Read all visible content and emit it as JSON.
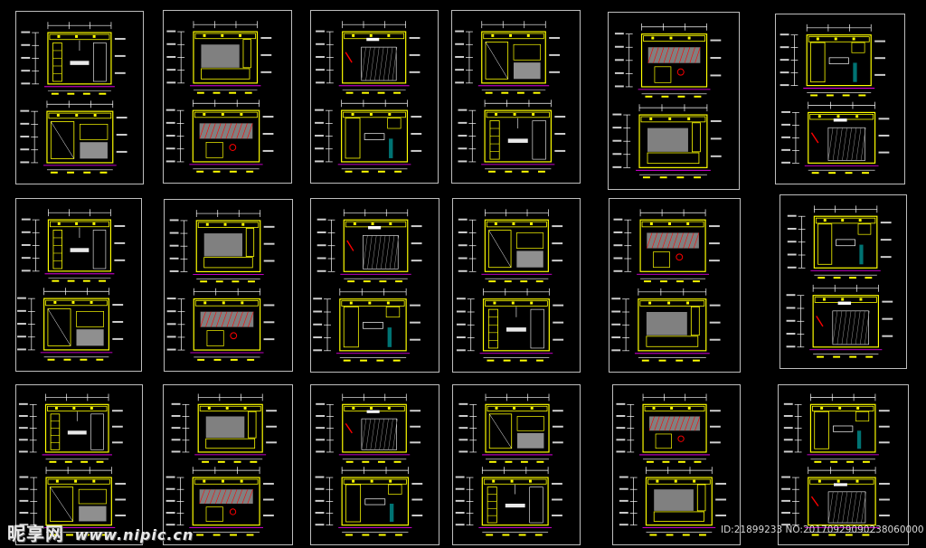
{
  "drawing_set": {
    "sheet_count": 18,
    "columns": 6,
    "rows": 3,
    "colors": {
      "background": "#000000",
      "frame": "#bdbdbd",
      "wall_line": "#ffff00",
      "dimension_line": "#ffffff",
      "hatch": "#808080",
      "accent": "#ff0000",
      "cyan": "#00ffff",
      "magenta": "#ff00ff"
    }
  },
  "watermark": {
    "site_name": "昵享网",
    "url": "www.nipic.cn",
    "id_text": "ID:21899233 NO:20170929090238060000"
  }
}
